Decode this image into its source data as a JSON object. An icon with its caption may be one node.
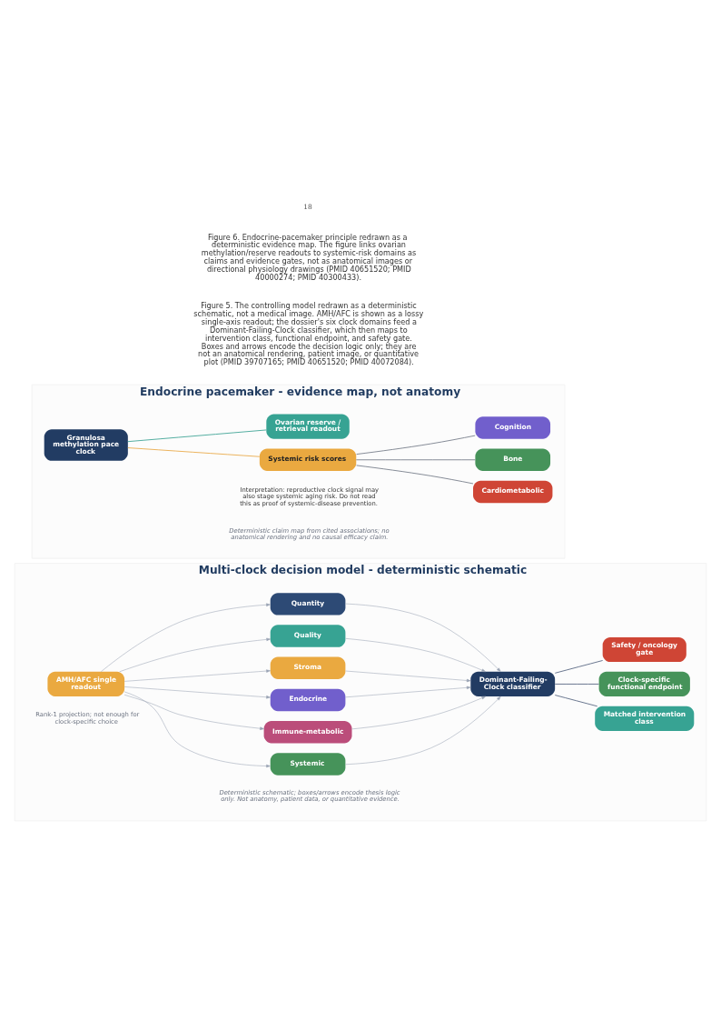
{
  "diagram": {
    "nodes": [
      {
        "text": [
          "Multi-clock decision model - deterministic schematic"
        ]
      },
      {
        "text": [
          "AMH/AFC single readout"
        ],
        "in": 0,
        "beside": [
          "Rank-1 projection; not enough for clock-specific choice"
        ]
      },
      {
        "text": [
          "Quantity"
        ],
        "in": 0
      },
      {
        "text": [
          "Quality"
        ],
        "in": 0
      },
      {
        "text": [
          "Stroma"
        ],
        "in": 0
      },
      {
        "text": [
          "Endocrine"
        ],
        "in": 0
      },
      {
        "text": [
          "Immune-metabolic"
        ],
        "in": 0
      },
      {
        "text": [
          "Systemic"
        ],
        "in": 0
      },
      {
        "text": [
          "Dominant-Failing-Clock classifier"
        ],
        "in": 0
      },
      {
        "text": [
          "Matched intervention class"
        ],
        "in": 0
      },
      {
        "text": [
          "Clock-specific functional endpoint"
        ],
        "in": 0
      },
      {
        "text": [
          "Safety / oncology gate"
        ],
        "in": 0
      },
      {
        "text": [
          "Endocrine pacemaker - evidence map, not anatomy"
        ]
      },
      {
        "text": [
          "Granulosa methylation pace clock"
        ],
        "in": 12
      },
      {
        "text": [
          "Ovarian reserve / retrieval readout"
        ],
        "in": 12
      },
      {
        "text": [
          "Systemic risk scores"
        ],
        "in": 12
      },
      {
        "text": [
          "Cardiometabolic"
        ],
        "in": 12
      },
      {
        "text": [
          "Bone"
        ],
        "in": 12
      },
      {
        "text": [
          "Cognition"
        ],
        "in": 12
      }
    ],
    "edges": [
      {
        "from": 1,
        "to": 2,
        "arrow": "to"
      },
      {
        "from": 1,
        "to": 3,
        "arrow": "to"
      },
      {
        "from": 1,
        "to": 4,
        "arrow": "to"
      },
      {
        "from": 1,
        "to": 5,
        "arrow": "to"
      },
      {
        "from": 1,
        "to": 6,
        "arrow": "to"
      },
      {
        "from": 1,
        "to": 7,
        "arrow": "to"
      },
      {
        "from": 2,
        "to": 8,
        "arrow": "to"
      },
      {
        "from": 3,
        "to": 8,
        "arrow": "to"
      },
      {
        "from": 4,
        "to": 8,
        "arrow": "to"
      },
      {
        "from": 5,
        "to": 8,
        "arrow": "to"
      },
      {
        "from": 6,
        "to": 8,
        "arrow": "to"
      },
      {
        "from": 7,
        "to": 8,
        "arrow": "to"
      },
      {
        "from": 8,
        "to": 9,
        "arrow": "none",
        "color": "#4a5a78"
      },
      {
        "from": 8,
        "to": 10,
        "arrow": "none",
        "color": "#4a5a78"
      },
      {
        "from": 8,
        "to": 11,
        "arrow": "none",
        "color": "#4a5a78"
      },
      {
        "from": 13,
        "to": 14,
        "arrow": "none",
        "color": "#2f9c8c"
      },
      {
        "from": 13,
        "to": 15,
        "arrow": "none",
        "color": "#e8a23a"
      },
      {
        "from": 15,
        "to": 16,
        "arrow": "none",
        "color": "#6b7280"
      },
      {
        "from": 15,
        "to": 17,
        "arrow": "none",
        "color": "#6b7280"
      },
      {
        "from": 15,
        "to": 18,
        "arrow": "none",
        "color": "#6b7280"
      }
    ],
    "labels": [
      "Deterministic schematic; boxes/arrows encode thesis logic only. Not anatomy, patient data, or quantitative evidence.",
      "Figure 5. The controlling model redrawn as a deterministic schematic, not a medical image. AMH/AFC is shown as a lossy single-axis readout; the dossier's six clock domains feed a Dominant-Failing-Clock classifier, which then maps to intervention class, functional endpoint, and safety gate. Boxes and arrows encode the decision logic only; they are not an anatomical rendering, patient image, or quantitative plot (PMID 39707165; PMID 40651520; PMID 40072084).",
      "Interpretation: reproductive clock signal may also stage systemic aging risk. Do not read this as proof of systemic-disease prevention.",
      "Deterministic claim map from cited associations; no anatomical rendering and no causal efficacy claim.",
      "Figure 6. Endocrine-pacemaker principle redrawn as a deterministic evidence map. The figure links ovarian methylation/reserve readouts to systemic-risk domains as claims and evidence gates, not as anatomical images or directional physiology drawings (PMID 40651520; PMID 40000274; PMID 40300433).",
      "18"
    ]
  }
}
